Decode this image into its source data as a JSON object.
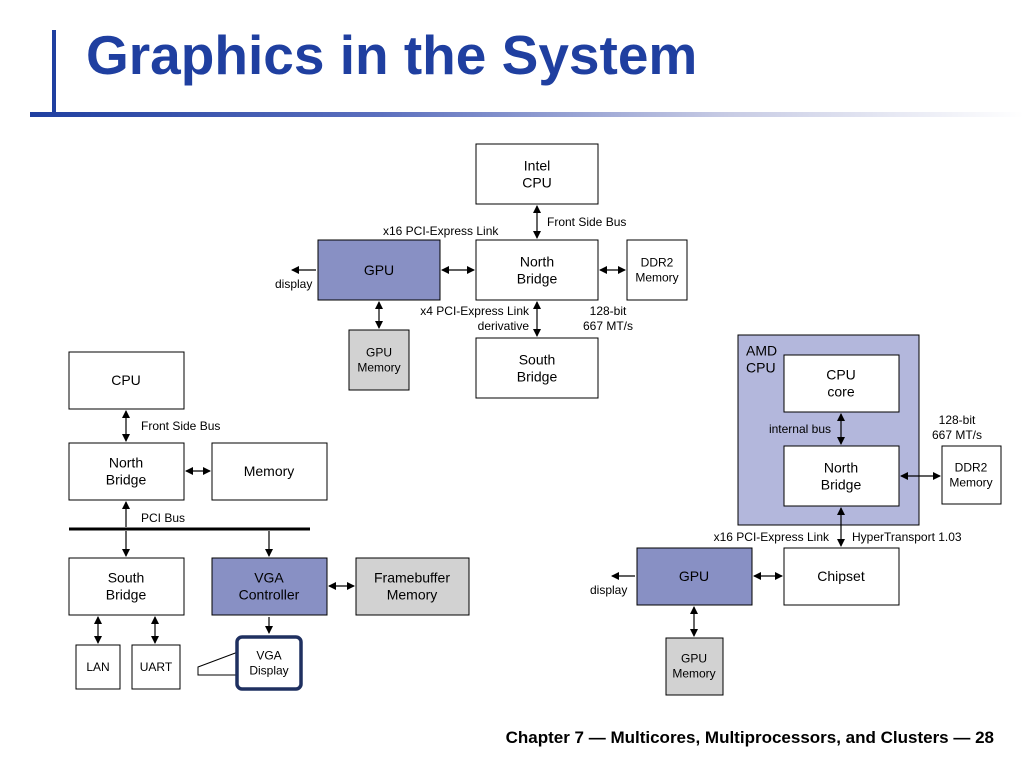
{
  "slide": {
    "title": "Graphics in the System",
    "footer": "Chapter 7 — Multicores, Multiprocessors, and Clusters — 28"
  },
  "colors": {
    "accent": "#1f3fa0",
    "gpu_fill": "#8890c4",
    "gray_fill": "#d2d2d2",
    "amd_fill": "#b3b7dc",
    "display_frame": "#1f3060"
  },
  "top_diagram": {
    "intel_cpu": "Intel\nCPU",
    "front_side_bus": "Front Side Bus",
    "pcie_x16": "x16 PCI-Express Link",
    "gpu": "GPU",
    "display": "display",
    "north_bridge": "North\nBridge",
    "ddr2_memory": "DDR2\nMemory",
    "gpu_memory": "GPU\nMemory",
    "pcie_x4": "x4 PCI-Express Link",
    "derivative": "derivative",
    "mem_width": "128-bit",
    "mem_rate": "667 MT/s",
    "south_bridge": "South\nBridge"
  },
  "left_diagram": {
    "cpu": "CPU",
    "front_side_bus": "Front Side Bus",
    "north_bridge": "North\nBridge",
    "memory": "Memory",
    "pci_bus": "PCI Bus",
    "south_bridge": "South\nBridge",
    "vga_controller": "VGA\nController",
    "framebuffer_memory": "Framebuffer\nMemory",
    "lan": "LAN",
    "uart": "UART",
    "vga_display": "VGA\nDisplay"
  },
  "right_diagram": {
    "amd_cpu": "AMD\nCPU",
    "cpu_core": "CPU\ncore",
    "internal_bus": "internal bus",
    "north_bridge": "North\nBridge",
    "mem_width": "128-bit",
    "mem_rate": "667 MT/s",
    "ddr2_memory": "DDR2\nMemory",
    "pcie_x16": "x16 PCI-Express Link",
    "hypertransport": "HyperTransport 1.03",
    "gpu": "GPU",
    "display": "display",
    "chipset": "Chipset",
    "gpu_memory": "GPU\nMemory"
  }
}
